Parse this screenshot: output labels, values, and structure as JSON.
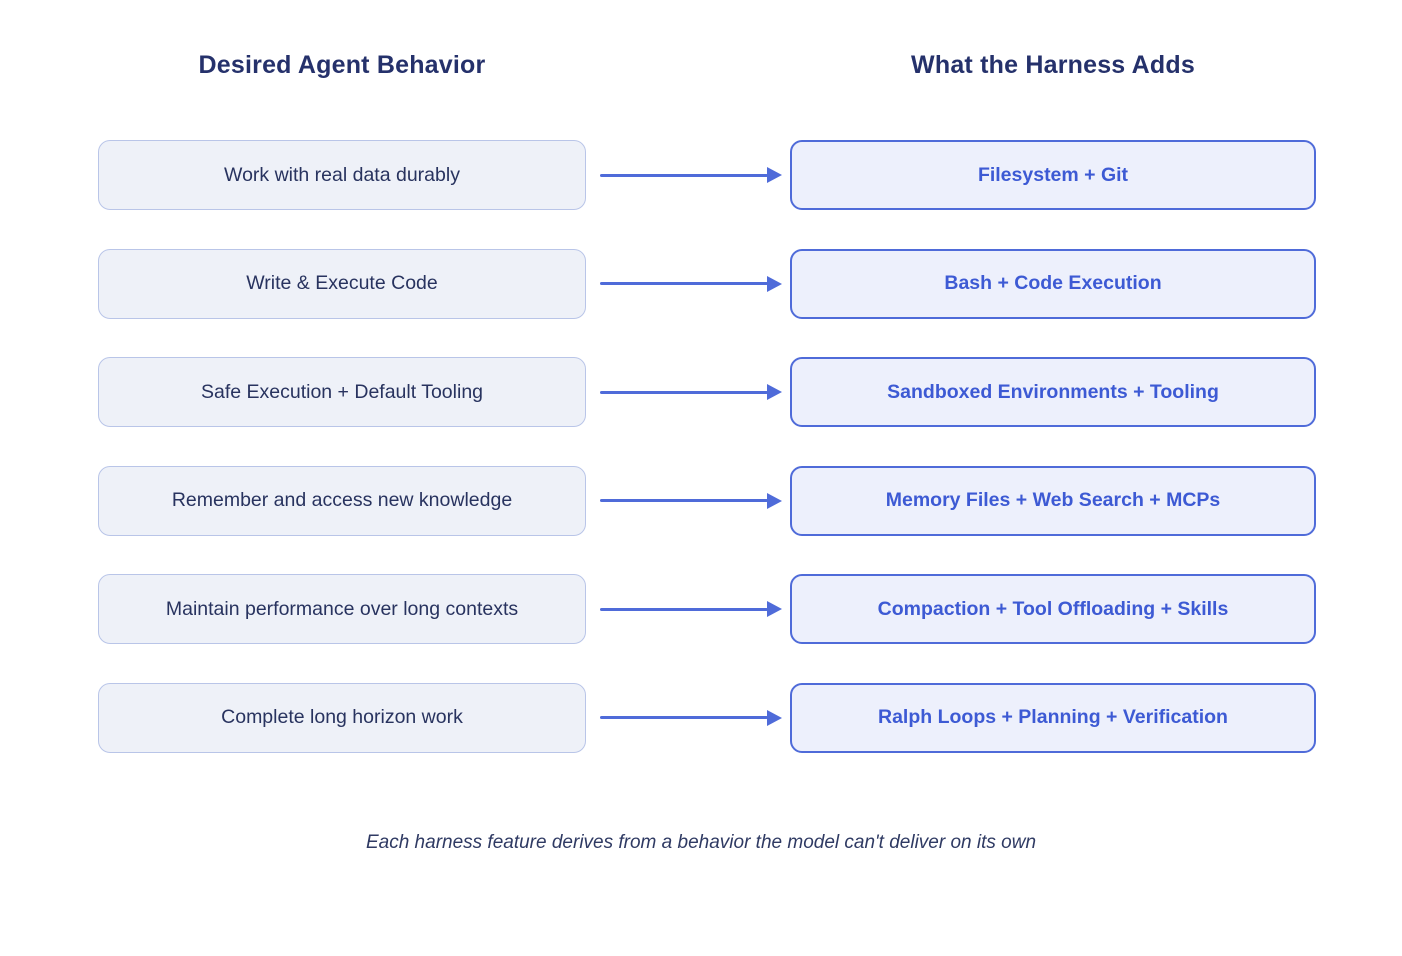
{
  "columns": {
    "left_title": "Desired Agent Behavior",
    "right_title": "What the Harness Adds"
  },
  "rows": [
    {
      "behavior": "Work with real data durably",
      "harness": "Filesystem + Git"
    },
    {
      "behavior": "Write & Execute Code",
      "harness": "Bash + Code Execution"
    },
    {
      "behavior": "Safe Execution + Default Tooling",
      "harness": "Sandboxed Environments + Tooling"
    },
    {
      "behavior": "Remember and access new knowledge",
      "harness": "Memory Files + Web Search + MCPs"
    },
    {
      "behavior": "Maintain performance over long contexts",
      "harness": "Compaction + Tool Offloading + Skills"
    },
    {
      "behavior": "Complete long horizon work",
      "harness": "Ralph Loops + Planning + Verification"
    }
  ],
  "footer": {
    "caption": "Each harness feature derives from a behavior the model can't deliver on its own"
  },
  "colors": {
    "title_text": "#25316b",
    "behavior_box_fill": "#eef1f8",
    "behavior_box_border": "#b9c5e8",
    "behavior_text": "#28335f",
    "harness_box_fill": "#edf0fc",
    "harness_box_border": "#4f6bd9",
    "harness_text": "#3d5ad4",
    "arrow": "#4f6bd9",
    "caption_text": "#2f3a63",
    "background": "#ffffff"
  }
}
